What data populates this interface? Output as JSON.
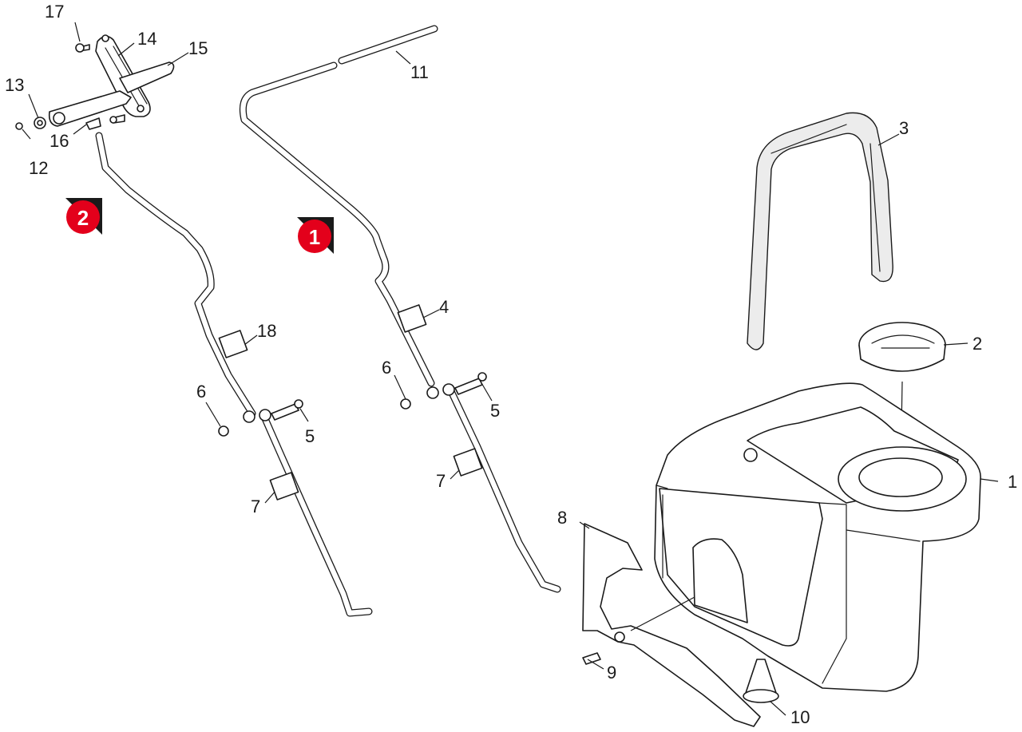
{
  "callouts": [
    "1",
    "2",
    "3",
    "4",
    "5",
    "6",
    "7",
    "8",
    "9",
    "10",
    "11",
    "12",
    "13",
    "14",
    "15",
    "16",
    "17",
    "18",
    "5",
    "6",
    "7"
  ],
  "badges": [
    "1",
    "2"
  ],
  "colors": {
    "badge": "#e3001b",
    "line": "#1a1a1a",
    "fill": "#ffffff"
  }
}
